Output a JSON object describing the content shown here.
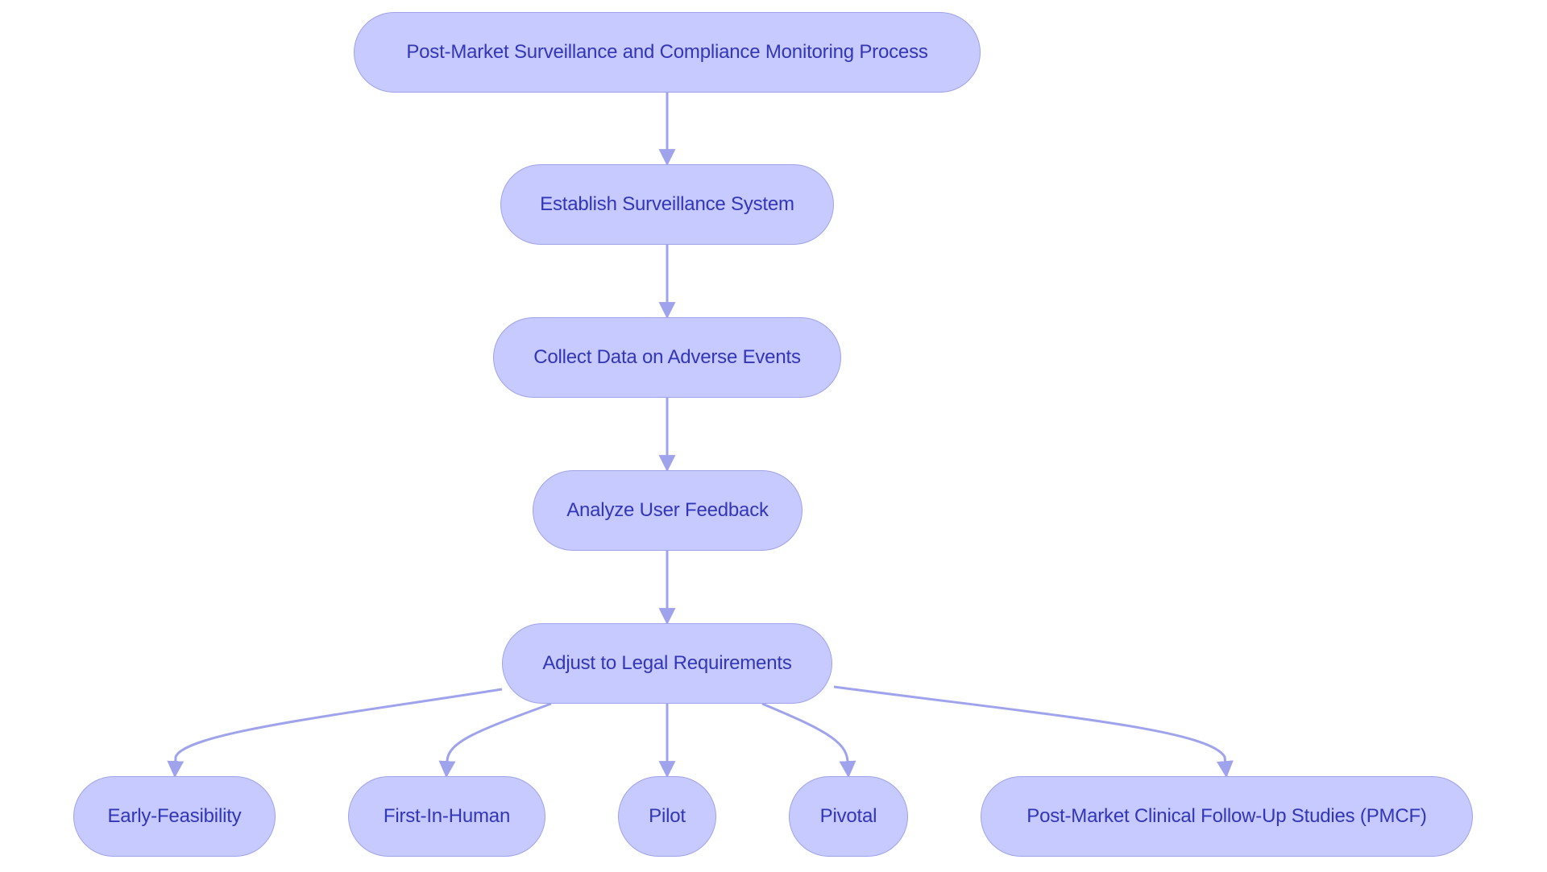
{
  "diagram": {
    "colors": {
      "fill": "#C7CAFE",
      "stroke": "#9FA3EC",
      "text": "#3236B8",
      "edge": "#9FA3EC"
    },
    "nodes": [
      {
        "id": "root",
        "label": "Post-Market Surveillance and Compliance Monitoring Process"
      },
      {
        "id": "establish",
        "label": "Establish Surveillance System"
      },
      {
        "id": "collect",
        "label": "Collect Data on Adverse Events"
      },
      {
        "id": "analyze",
        "label": "Analyze User Feedback"
      },
      {
        "id": "adjust",
        "label": "Adjust to Legal Requirements"
      },
      {
        "id": "early",
        "label": "Early-Feasibility"
      },
      {
        "id": "fih",
        "label": "First-In-Human"
      },
      {
        "id": "pilot",
        "label": "Pilot"
      },
      {
        "id": "pivotal",
        "label": "Pivotal"
      },
      {
        "id": "pmcf",
        "label": "Post-Market Clinical Follow-Up Studies (PMCF)"
      }
    ],
    "edges": [
      {
        "from": "root",
        "to": "establish"
      },
      {
        "from": "establish",
        "to": "collect"
      },
      {
        "from": "collect",
        "to": "analyze"
      },
      {
        "from": "analyze",
        "to": "adjust"
      },
      {
        "from": "adjust",
        "to": "early"
      },
      {
        "from": "adjust",
        "to": "fih"
      },
      {
        "from": "adjust",
        "to": "pilot"
      },
      {
        "from": "adjust",
        "to": "pivotal"
      },
      {
        "from": "adjust",
        "to": "pmcf"
      }
    ]
  }
}
